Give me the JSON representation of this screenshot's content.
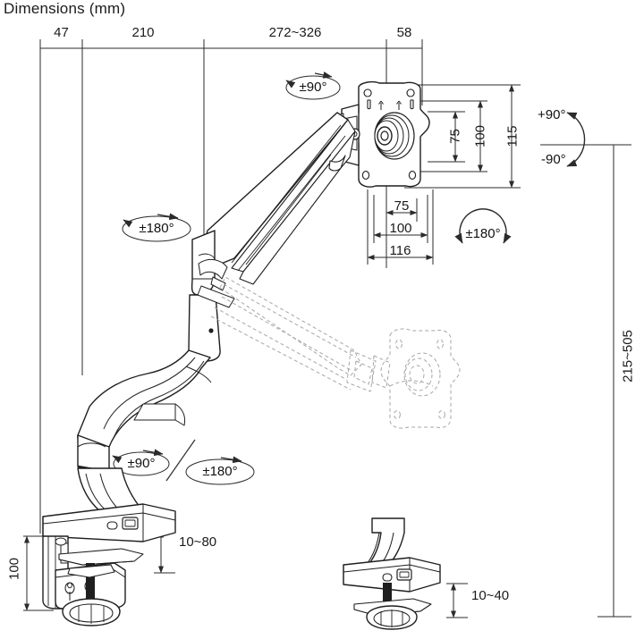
{
  "drawing": {
    "title": "Dimensions (mm)",
    "units": "mm",
    "line_color": "#2b2b2b",
    "ghost_color": "#9a9a9a",
    "background": "#ffffff",
    "product": "gas-spring monitor desk mount arm"
  },
  "top_dimensions": [
    {
      "label": "47",
      "name": "dim-47"
    },
    {
      "label": "210",
      "name": "dim-210"
    },
    {
      "label": "272~326",
      "name": "dim-272-326"
    },
    {
      "label": "58",
      "name": "dim-58"
    }
  ],
  "vesa_top_dimensions": [
    {
      "label": "75",
      "name": "dim-vesa-v-75"
    },
    {
      "label": "100",
      "name": "dim-vesa-v-100"
    },
    {
      "label": "115",
      "name": "dim-vesa-v-115"
    }
  ],
  "vesa_bottom_dimensions": [
    {
      "label": "75",
      "name": "dim-vesa-h-75"
    },
    {
      "label": "100",
      "name": "dim-vesa-h-100"
    },
    {
      "label": "116",
      "name": "dim-vesa-h-116"
    }
  ],
  "tilt": {
    "plus": "+90°",
    "minus": "-90°"
  },
  "rotation_labels": [
    {
      "label": "±90°",
      "name": "rot-head-tilt-90"
    },
    {
      "label": "±180°",
      "name": "rot-head-swivel-180"
    },
    {
      "label": "±180°",
      "name": "rot-upper-arm-180"
    },
    {
      "label": "±90°",
      "name": "rot-base-90"
    },
    {
      "label": "±180°",
      "name": "rot-base-180"
    }
  ],
  "height_range": {
    "label": "215~505",
    "name": "dim-height-215-505"
  },
  "base_dimensions": {
    "clamp_height": "100",
    "desk_thickness_clamp": "10~80",
    "desk_thickness_grommet": "10~40"
  }
}
